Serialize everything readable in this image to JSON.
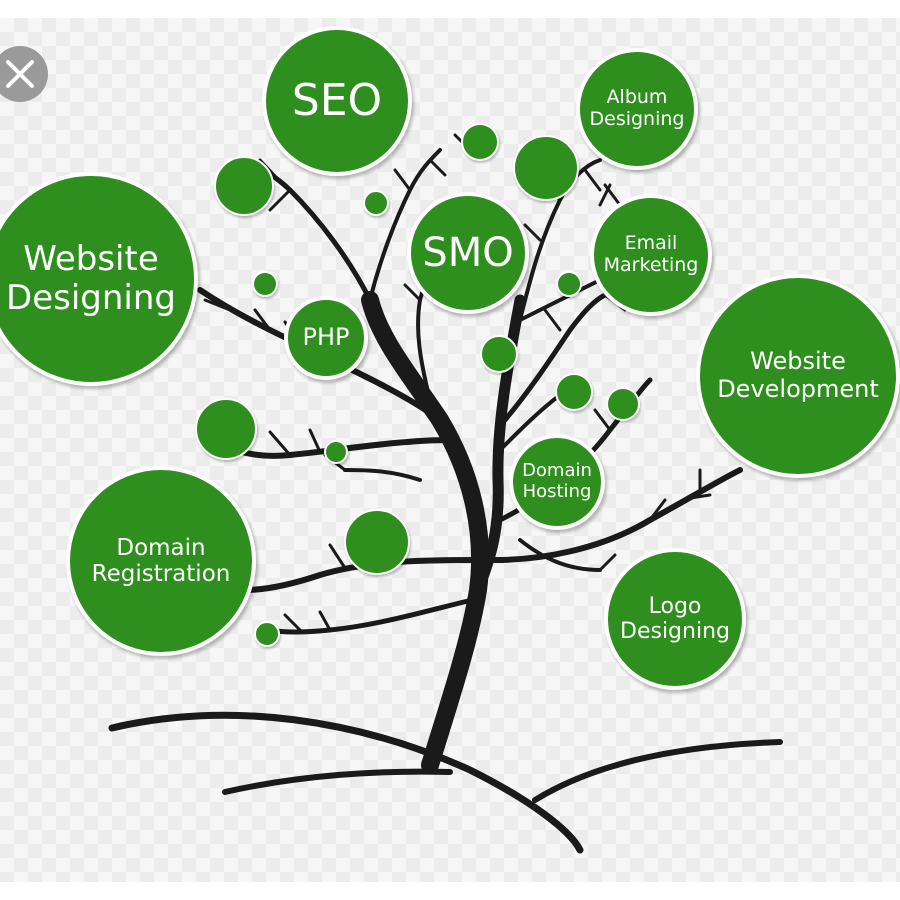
{
  "colors": {
    "bubble_fill": "#2f8f1e",
    "bubble_border": "#ffffff",
    "branch": "#1a1a1a",
    "close_button": "#9a9a9a"
  },
  "close_button": {
    "icon": "close-icon"
  },
  "tree": {
    "services": [
      {
        "id": "seo",
        "lines": [
          "SEO"
        ]
      },
      {
        "id": "album-designing",
        "lines": [
          "Album",
          "Designing"
        ]
      },
      {
        "id": "website-designing",
        "lines": [
          "Website",
          "Designing"
        ]
      },
      {
        "id": "smo",
        "lines": [
          "SMO"
        ]
      },
      {
        "id": "email-marketing",
        "lines": [
          "Email",
          "Marketing"
        ]
      },
      {
        "id": "php",
        "lines": [
          "PHP"
        ]
      },
      {
        "id": "website-development",
        "lines": [
          "Website",
          "Development"
        ]
      },
      {
        "id": "domain-hosting",
        "lines": [
          "Domain",
          "Hosting"
        ]
      },
      {
        "id": "domain-registration",
        "lines": [
          "Domain",
          "Registration"
        ]
      },
      {
        "id": "logo-designing",
        "lines": [
          "Logo",
          "Designing"
        ]
      }
    ]
  }
}
